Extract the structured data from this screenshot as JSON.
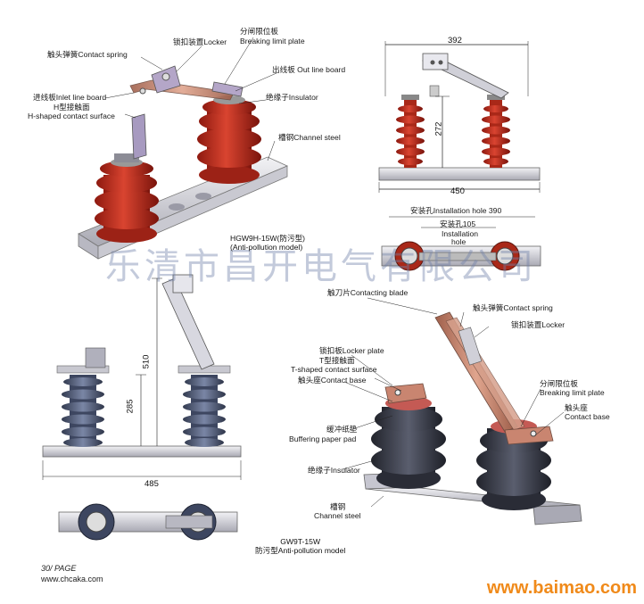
{
  "watermark": "乐清市昌开电气有限公司",
  "brand_watermark": "www.baimao.com",
  "footer": {
    "page": "30/ PAGE",
    "website": "www.chcaka.com"
  },
  "top_model": {
    "line1": "HGW9H-15W(防污型)",
    "line2": "(Anti-pollution model)"
  },
  "top_labels": {
    "locker": "锁扣装置Locker",
    "contact_spring": "触头弹簧Contact spring",
    "breaking_limit_cn": "分闸限位板",
    "breaking_limit_en": "Breaking limit plate",
    "out_line_board": "出线板 Out line board",
    "inlet_line_board": "进线板Inlet line board",
    "insulator": "绝缘子Insulator",
    "h_contact_cn": "H型接触面",
    "h_contact_en": "H-shaped contact surface",
    "channel_steel": "槽钢Channel steel"
  },
  "top_dims": {
    "width": "392",
    "height": "272",
    "base": "450"
  },
  "plan_dims": {
    "hole_outer": "安装孔Installation hole 390",
    "hole_inner": "安装孔105",
    "install_hole_1": "Installation",
    "install_hole_2": "hole"
  },
  "left_dims": {
    "total_height": "510",
    "insulator_height": "285",
    "base": "485"
  },
  "bottom_model": {
    "line1": "GW9T-15W",
    "line2": "防污型Anti-pollution model"
  },
  "bottom_labels": {
    "contacting_blade": "触刀片Contacting blade",
    "contact_spring": "触头弹簧Contact spring",
    "locker": "锁扣装置Locker",
    "locker_plate": "锁扣板Locker plate",
    "t_contact_cn": "T型接触面",
    "t_contact_en": "T-shaped contact surface",
    "contact_base_left": "触头座Contact base",
    "breaking_limit_cn": "分闸限位板",
    "breaking_limit_en": "Breaking limit plate",
    "contact_base_right_cn": "触头座",
    "contact_base_right_en": "Contact base",
    "buffering_cn": "缓冲纸垫",
    "buffering_en": "Buffering paper pad",
    "insulator": "绝缘子Insulator",
    "channel_cn": "槽钢",
    "channel_en": "Channel steel"
  },
  "colors": {
    "red_insulator": "#c8301f",
    "dark_insulator": "#3b3f4e",
    "blue_insulator": "#4b5876",
    "copper": "#c98570",
    "steel": "#d9d9df"
  }
}
